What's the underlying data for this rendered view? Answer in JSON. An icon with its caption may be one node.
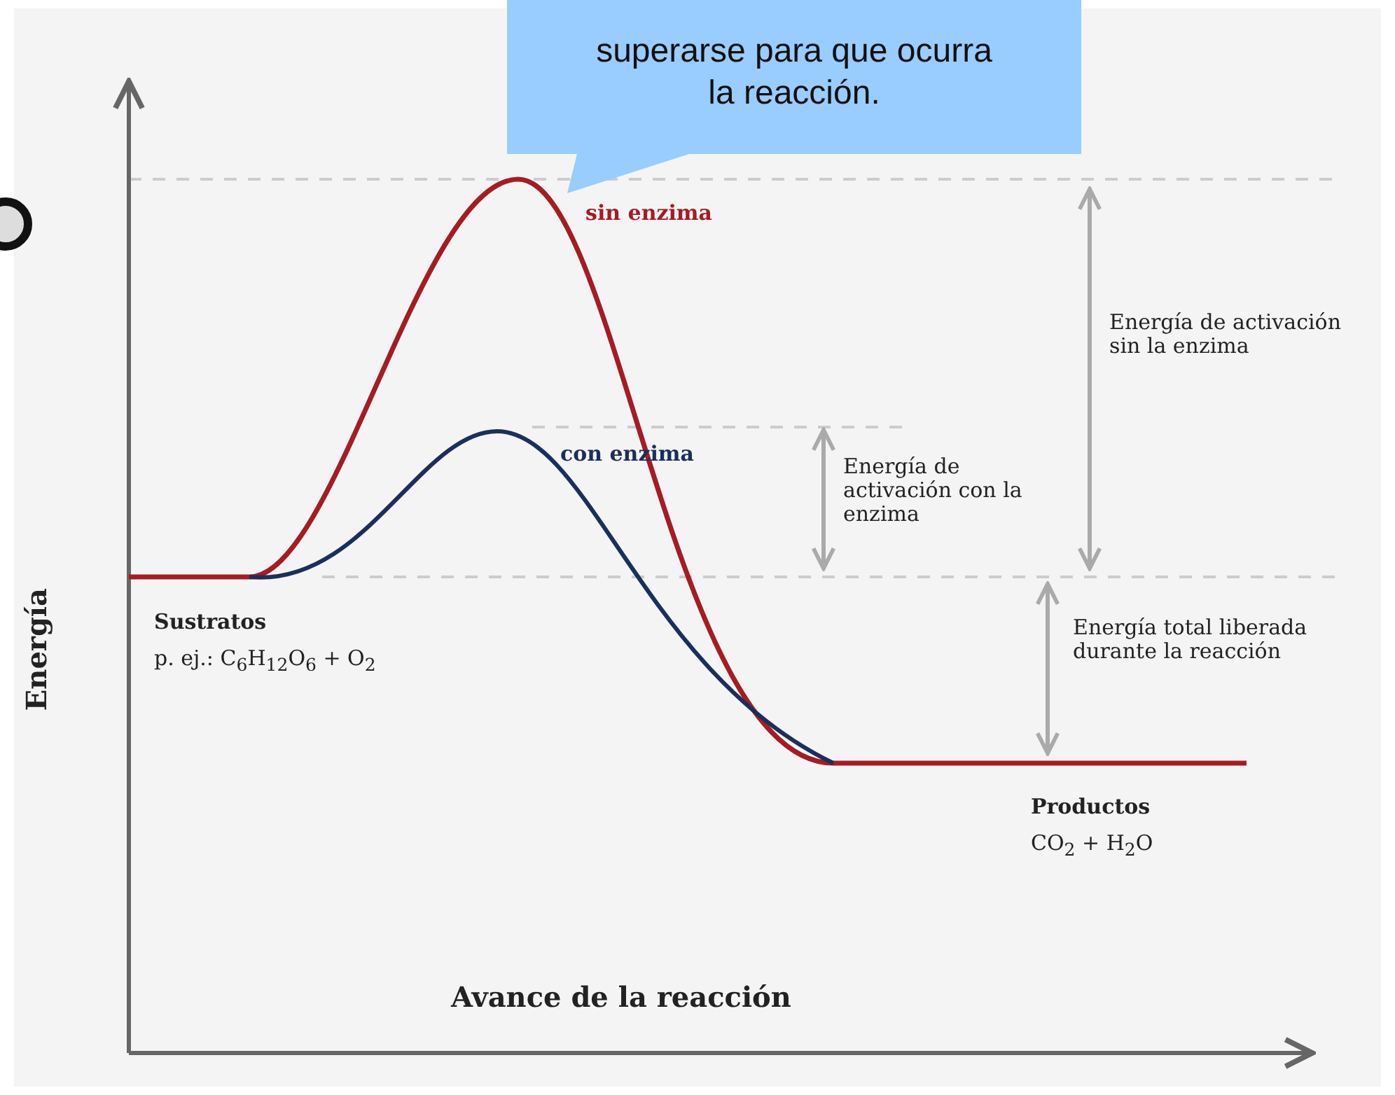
{
  "diagram": {
    "nodes": [
      {
        "text": [
          "superarse para que ocurra la reacción."
        ]
      }
    ],
    "edges": [],
    "labels": [
      "sin enzima",
      "Energía de activación sin la enzima",
      "con enzima",
      "Energía de activación con la enzima",
      "Energía",
      "Sustratos",
      "p. ej.: C$_{6}$H$_{12}$O$_{6}$ + O$_{2}$",
      "Energía total liberada durante la reacción",
      "Productos",
      "CO$_{2}$ + H$_{2}$O",
      "Avance de la reacción"
    ]
  }
}
